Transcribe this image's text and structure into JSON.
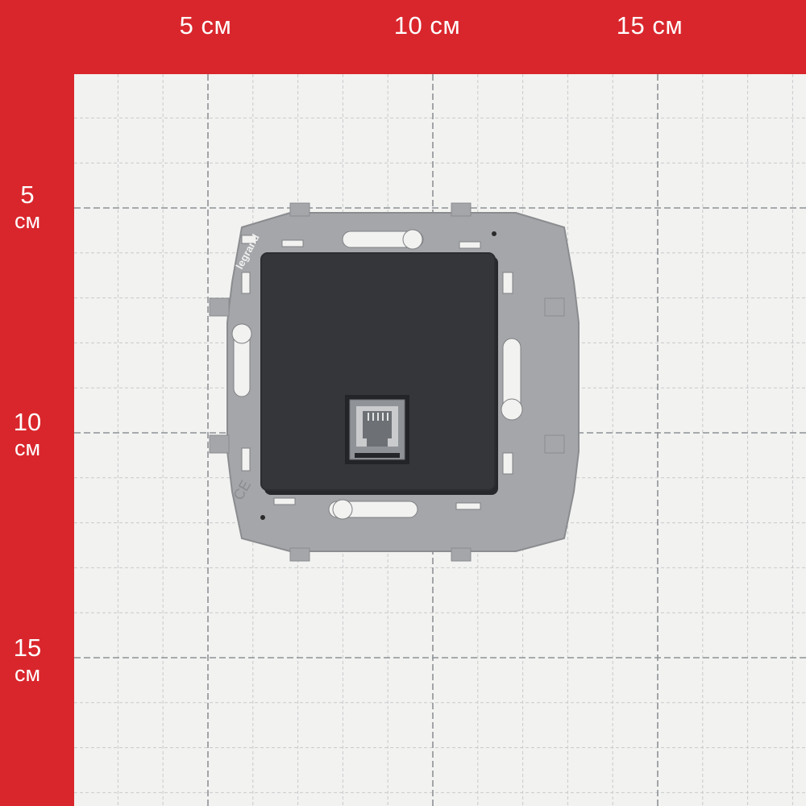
{
  "ruler": {
    "top": [
      {
        "label": "5 см"
      },
      {
        "label": "10 см"
      },
      {
        "label": "15 см"
      }
    ],
    "left": [
      {
        "num": "5",
        "unit": "см"
      },
      {
        "num": "10",
        "unit": "см"
      },
      {
        "num": "15",
        "unit": "см"
      }
    ]
  },
  "device": {
    "brand": "legrand",
    "faceplate_color": "#34363a",
    "frame_color": "#a4a6a9",
    "paper_color": "#f2f2f0",
    "ruler_color": "#d9262c"
  }
}
